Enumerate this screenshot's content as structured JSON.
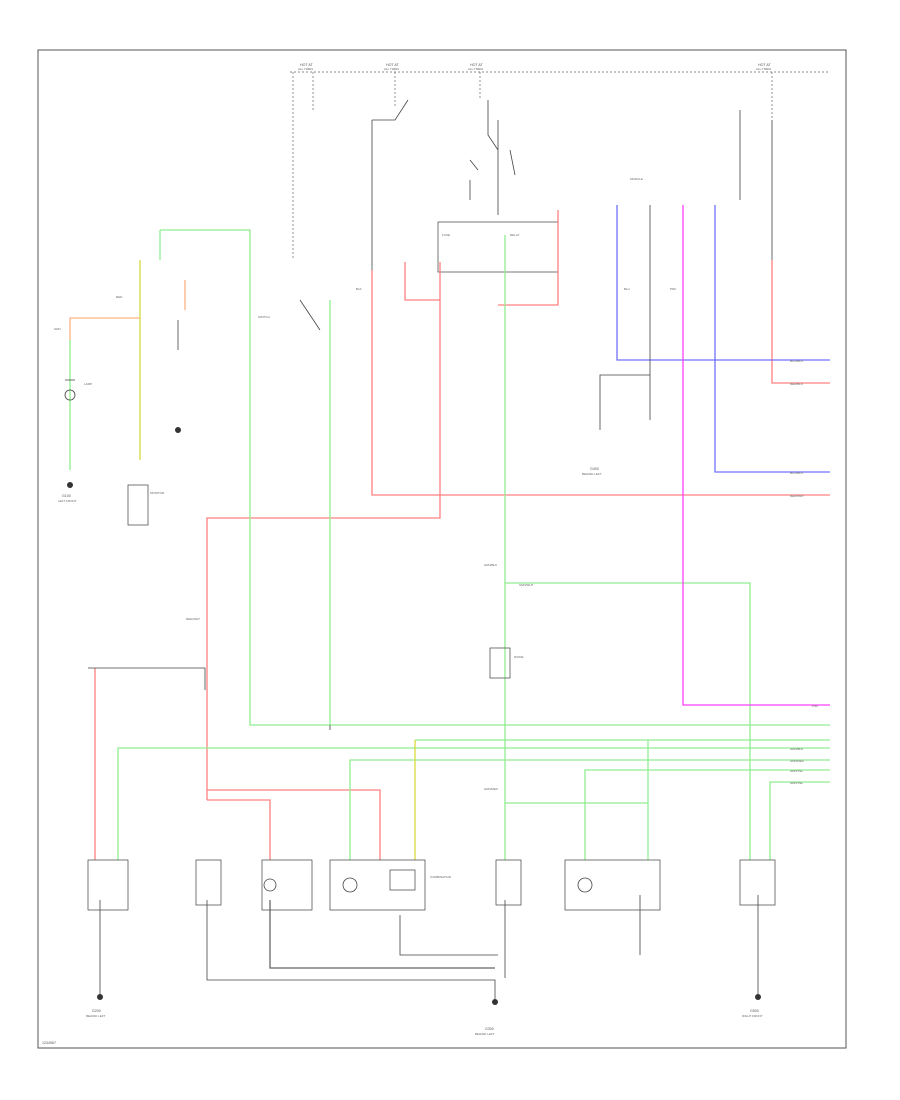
{
  "diagram": {
    "footer_code": "1234567",
    "wire_colors": {
      "red": "#ff8080",
      "green": "#90ee90",
      "blue": "#7070ff",
      "magenta": "#ff40ff",
      "orange": "#ffb380",
      "yellow": "#d8d840",
      "black": "#444444",
      "gray": "#9a9a9a"
    },
    "top_sources": [
      {
        "id": "src1",
        "line1": "HOT AT",
        "line2": "ALL TIMES"
      },
      {
        "id": "src2",
        "line1": "HOT AT",
        "line2": "ALL TIMES"
      },
      {
        "id": "src3",
        "line1": "HOT AT",
        "line2": "ALL TIMES"
      },
      {
        "id": "src4",
        "line1": "HOT AT",
        "line2": "ALL TIMES"
      }
    ],
    "right_connectors": [
      {
        "id": "rc1",
        "label": "BLU/WHT"
      },
      {
        "id": "rc2",
        "label": "RED/BLK"
      },
      {
        "id": "rc3",
        "label": "BLU/WHT"
      },
      {
        "id": "rc4",
        "label": "RED/WHT"
      },
      {
        "id": "rc5",
        "label": "PNK"
      },
      {
        "id": "rc6",
        "label": "GRN/BLK"
      },
      {
        "id": "rc7",
        "label": "GRN/RED"
      },
      {
        "id": "rc8",
        "label": "GRN/YEL"
      },
      {
        "id": "rc9",
        "label": "GRN/YEL"
      }
    ],
    "wire_tags": [
      "RED",
      "GRN",
      "BLK",
      "RED/WHT",
      "GRN/BLK",
      "GRN/WHT",
      "GRN/RED",
      "BLU",
      "PNK"
    ],
    "grounds": [
      {
        "id": "g1",
        "line1": "G100",
        "line2": "LEFT FRONT"
      },
      {
        "id": "g2",
        "line1": "G200",
        "line2": "BEHIND LEFT"
      },
      {
        "id": "g3",
        "line1": "G300",
        "line2": "BEHIND LEFT"
      },
      {
        "id": "g4",
        "line1": "G400",
        "line2": "BEHIND LEFT"
      },
      {
        "id": "g5",
        "line1": "G500",
        "line2": "RIGHT FRONT"
      }
    ],
    "component_labels": [
      "FUSE",
      "RELAY",
      "SWITCH",
      "LAMP",
      "MODULE",
      "DIODE",
      "COMBINATION",
      "MONITOR"
    ]
  }
}
